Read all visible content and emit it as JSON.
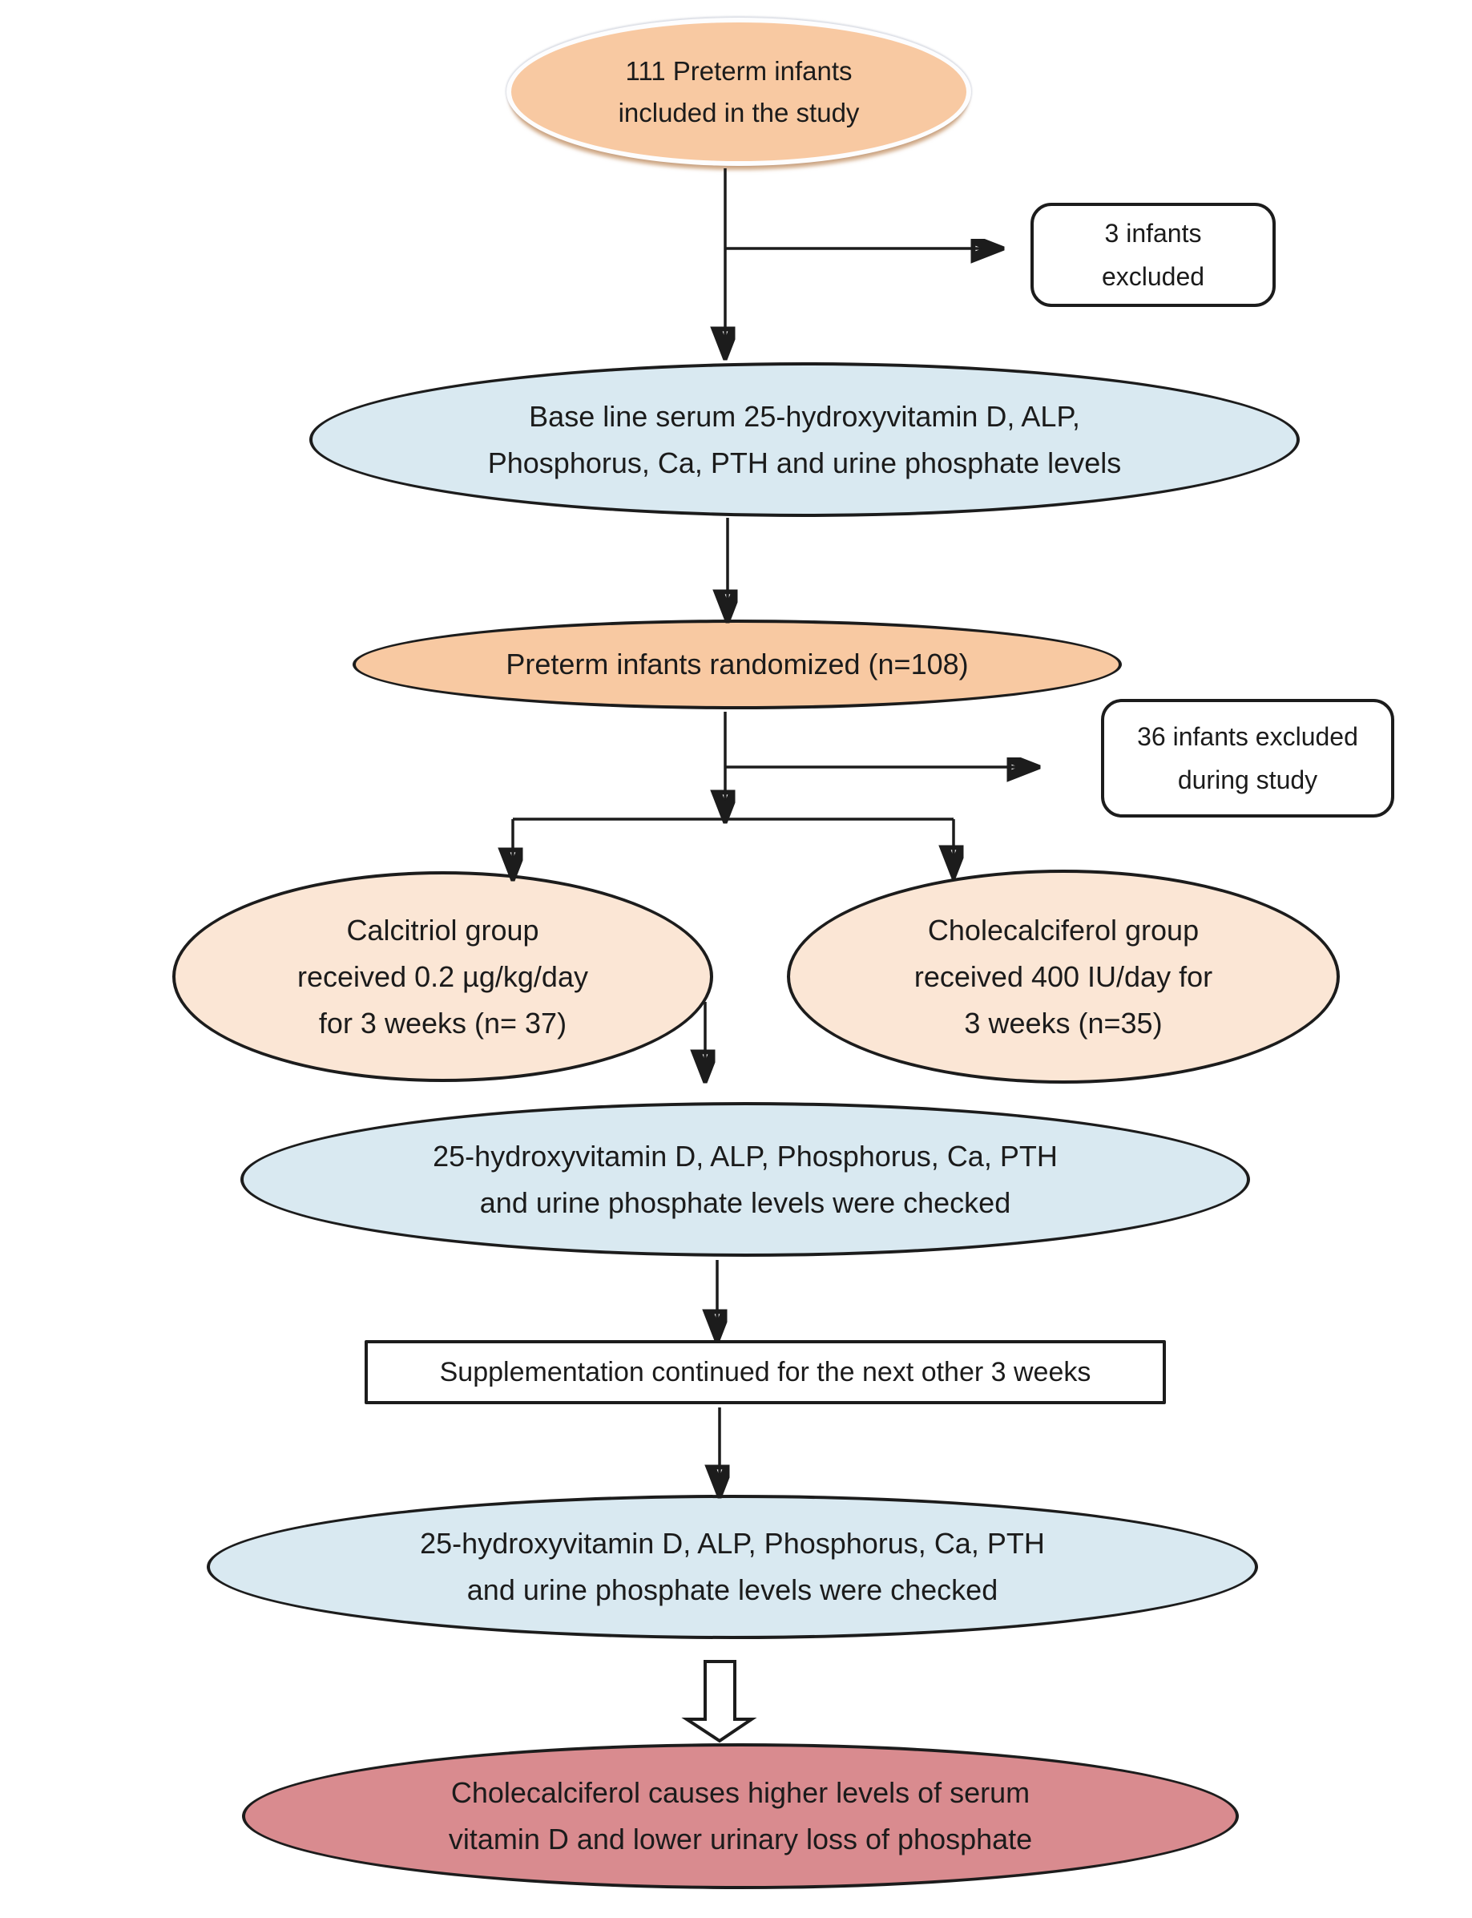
{
  "title": "Preterm infants vitamin D supplementation study flow diagram",
  "colors": {
    "peach": "#f8c9a2",
    "light_peach": "#fbe6d5",
    "blue": "#d9e9f1",
    "rose": "#d98b8f",
    "box_bg": "#ffffff",
    "outline": "#1c1c1c",
    "text": "#1b1b1b"
  },
  "nodes": {
    "included": {
      "lines": [
        "111 Preterm infants",
        "included in the study"
      ]
    },
    "excluded_3": {
      "lines": [
        "3 infants",
        "excluded"
      ]
    },
    "baseline": {
      "lines": [
        "Base line serum 25-hydroxyvitamin D, ALP,",
        "Phosphorus, Ca, PTH and urine phosphate levels"
      ]
    },
    "randomized": {
      "lines": [
        "Preterm infants randomized (n=108)"
      ]
    },
    "excluded_36": {
      "lines": [
        "36 infants excluded",
        "during study"
      ]
    },
    "calcitriol": {
      "lines": [
        "Calcitriol group",
        "received 0.2 µg/kg/day",
        "for 3 weeks (n= 37)"
      ]
    },
    "cholecalciferol": {
      "lines": [
        "Cholecalciferol group",
        "received 400 IU/day for",
        "3 weeks (n=35)"
      ]
    },
    "midcheck": {
      "lines": [
        "25-hydroxyvitamin D, ALP, Phosphorus, Ca, PTH",
        "and urine phosphate levels were checked"
      ]
    },
    "supplementation": {
      "lines": [
        "Supplementation continued for the next other 3 weeks"
      ]
    },
    "endcheck": {
      "lines": [
        "25-hydroxyvitamin D, ALP, Phosphorus, Ca, PTH",
        "and urine phosphate levels were checked"
      ]
    },
    "conclusion": {
      "lines": [
        "Cholecalciferol causes higher levels of serum",
        "vitamin D and lower urinary loss of phosphate"
      ]
    }
  }
}
